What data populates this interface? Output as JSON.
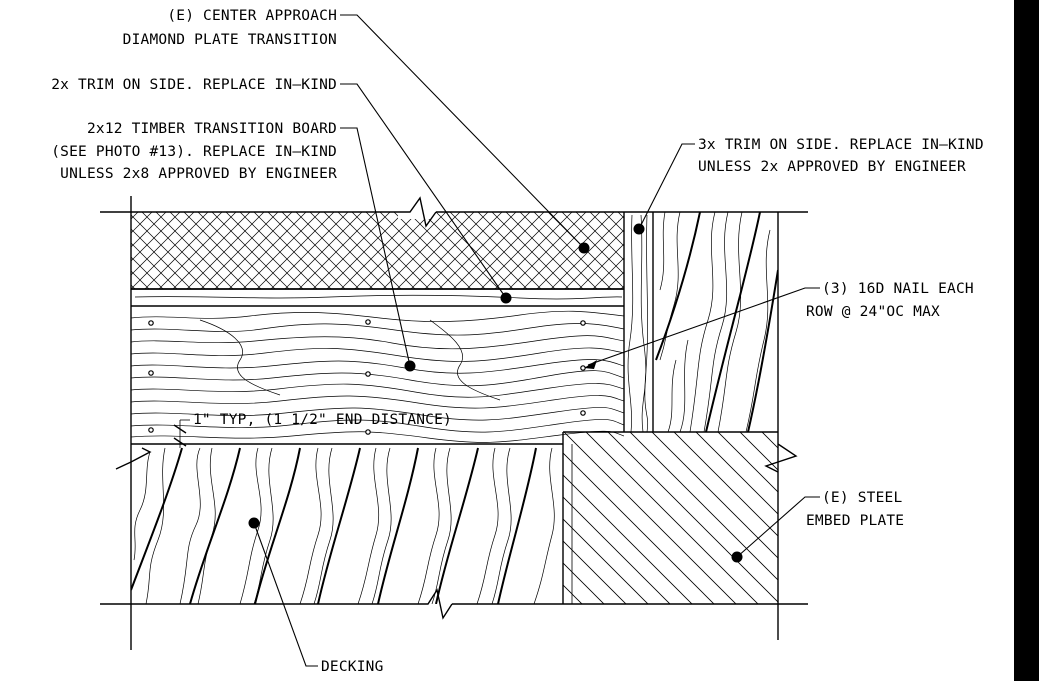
{
  "notes": {
    "center_approach_1": "(E) CENTER APPROACH",
    "center_approach_2": "DIAMOND PLATE TRANSITION",
    "trim_2x": "2x TRIM ON SIDE. REPLACE IN–KIND",
    "timber_1": "2x12 TIMBER TRANSITION BOARD",
    "timber_2": "(SEE PHOTO #13). REPLACE IN–KIND",
    "timber_3": "UNLESS 2x8 APPROVED BY ENGINEER",
    "trim_3x_1": "3x TRIM ON SIDE. REPLACE IN–KIND",
    "trim_3x_2": "UNLESS 2x APPROVED BY ENGINEER",
    "nail_1": "(3) 16D NAIL EACH",
    "nail_2": "ROW @ 24\"OC MAX",
    "typ": "1\" TYP, (1 1/2\" END DISTANCE)",
    "steel_1": "(E) STEEL",
    "steel_2": "EMBED PLATE",
    "decking": "DECKING"
  }
}
